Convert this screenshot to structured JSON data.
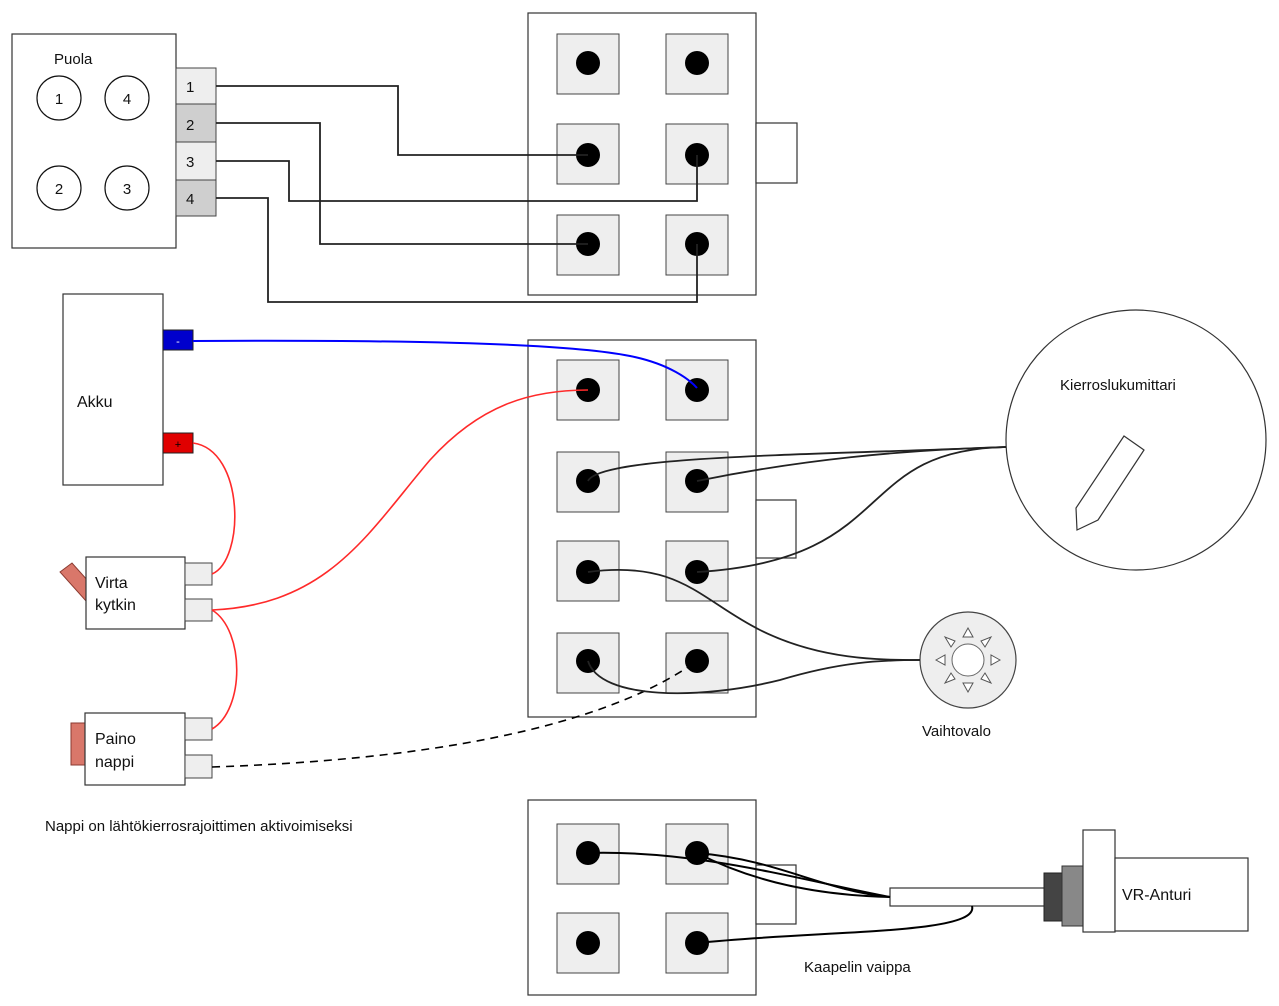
{
  "labels": {
    "puola": "Puola",
    "coil_1": "1",
    "coil_2": "2",
    "coil_3": "3",
    "coil_4": "4",
    "term_1": "1",
    "term_2": "2",
    "term_3": "3",
    "term_4": "4",
    "akku": "Akku",
    "battery_minus": "-",
    "battery_plus": "+",
    "virta_1": "Virta",
    "virta_2": "kytkin",
    "paino_1": "Paino",
    "paino_2": "nappi",
    "note": "Nappi on lähtökierrosrajoittimen aktivoimiseksi",
    "kierroslukumittari": "Kierroslukumittari",
    "vaihtovalo": "Vaihtovalo",
    "vr_anturi": "VR-Anturi",
    "kaapelin_vaippa": "Kaapelin vaippa"
  },
  "colors": {
    "power_wire": "#ff2a2a",
    "ground_wire": "#0000ff",
    "signal_wire": "#000000",
    "battery_minus": "#0000cc",
    "battery_plus": "#e00000",
    "switch_lever": "#d9776a"
  }
}
